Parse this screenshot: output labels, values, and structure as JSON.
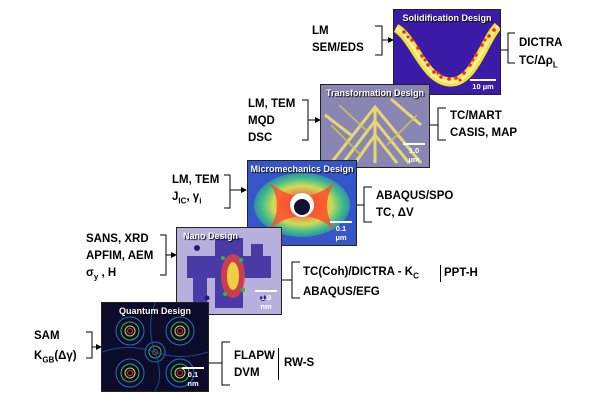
{
  "panels": {
    "quantum": {
      "title": "Quantum Design",
      "scale": "0.1 nm"
    },
    "nano": {
      "title": "Nano Design",
      "scale": "1.0 nm"
    },
    "micromechanics": {
      "title": "Micromechanics Design",
      "scale": "0.1 µm"
    },
    "transformation": {
      "title": "Transformation Design",
      "scale": "1.0 µm"
    },
    "solidification": {
      "title": "Solidification Design",
      "scale": "10 µm"
    }
  },
  "inputs": {
    "quantum": {
      "line1": "SAM",
      "line2_main": "K",
      "line2_sub": "GB",
      "line2_rest": "(Δγ)"
    },
    "nano": {
      "line1": "SANS, XRD",
      "line2": "APFIM, AEM",
      "line3_sigma": "σ",
      "line3_sub": "y",
      "line3_rest": " , H"
    },
    "micromechanics": {
      "line1": "LM, TEM",
      "line2_main": "J",
      "line2_sub": "IC",
      "line2_mid": ", γ",
      "line2_sub2": "i"
    },
    "transformation": {
      "line1": "LM, TEM",
      "line2": "MQD",
      "line3": "DSC"
    },
    "solidification": {
      "line1": "LM",
      "line2": "SEM/EDS"
    }
  },
  "outputs": {
    "quantum": {
      "line1": "FLAPW",
      "line2": "DVM",
      "side": "RW-S"
    },
    "nano": {
      "line1_main": "TC(Coh)/DICTRA - K",
      "line1_sub": "C",
      "line2": "ABAQUS/EFG",
      "side": "PPT-H"
    },
    "micromechanics": {
      "line1": "ABAQUS/SPO",
      "line2": "TC, ΔV"
    },
    "transformation": {
      "line1": "TC/MART",
      "line2": "CASIS, MAP"
    },
    "solidification": {
      "line1": "DICTRA",
      "line2_main": "TC/Δρ",
      "line2_sub": "L"
    }
  }
}
